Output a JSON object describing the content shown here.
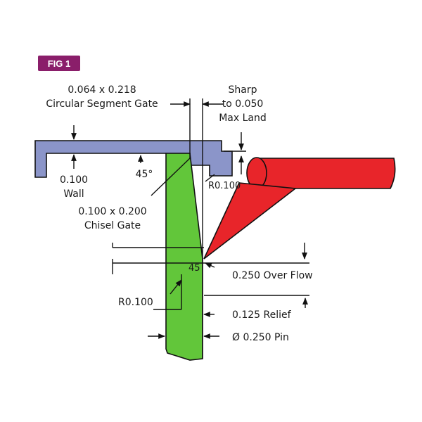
{
  "figure": {
    "badge": "FIG 1"
  },
  "labels": {
    "gate_size": "0.064 x 0.218",
    "gate_type": "Circular Segment Gate",
    "sharp_1": "Sharp",
    "sharp_2": "to 0.050",
    "sharp_3": "Max Land",
    "wall_val": "0.100",
    "wall": "Wall",
    "angle_top": "45°",
    "radius_right": "R0.100",
    "chisel_size": "0.100 x 0.200",
    "chisel_gate": "Chisel Gate",
    "angle_low": "45",
    "overflow": "0.250 Over Flow",
    "radius_left": "R0.100",
    "relief": "0.125 Relief",
    "pin": "Ø 0.250 Pin"
  },
  "colors": {
    "part": "#8b95c9",
    "pin": "#62c63a",
    "runner": "#e8252a",
    "badge": "#8a1e6a",
    "outline": "#111111"
  }
}
